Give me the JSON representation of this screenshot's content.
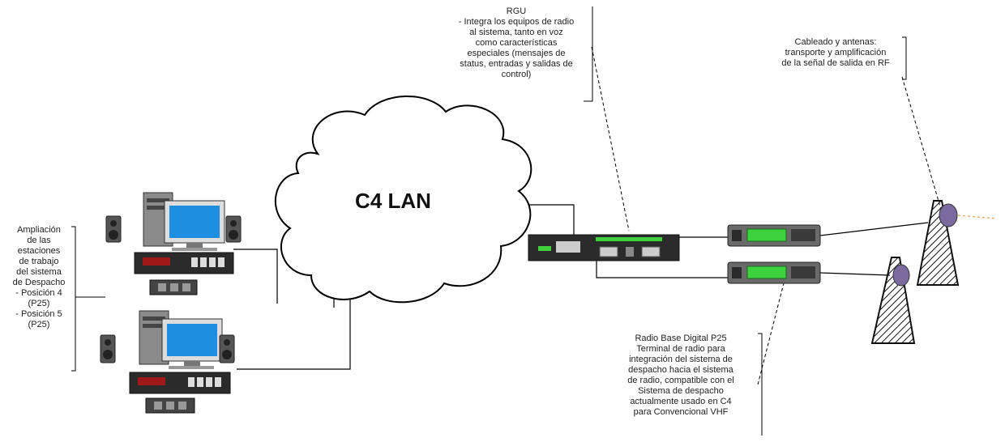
{
  "cloud": {
    "label": "C4 LAN"
  },
  "notes": {
    "rgu": "RGU\n- Integra los equipos de radio\nal sistema, tanto en voz\ncomo características\nespeciales (mensajes de\nstatus, entradas y salidas de\ncontrol)",
    "cabling": "Cableado y antenas:\ntransporte y amplificación\nde la señal de salida en RF",
    "expansion": "Ampliación\nde las\nestaciones\nde trabajo\ndel sistema\nde Despacho\n- Posición 4\n(P25)\n- Posición 5\n(P25)",
    "radio": "Radio Base Digital P25\nTerminal de radio para\nintegración del sistema de\ndespacho hacia el sistema\nde radio, compatible con el\nSistema de despacho\nactualmente usado en C4\npara Convencional VHF"
  },
  "colors": {
    "screen": "#1e8fe0",
    "radio_display": "#3fd23f",
    "device_dark": "#2b2b2b",
    "line": "#000000"
  },
  "icons": [
    "workstation-icon",
    "speaker-icon",
    "console-icon",
    "rgu-icon",
    "radio-base-icon",
    "antenna-tower-icon",
    "cloud-icon"
  ]
}
